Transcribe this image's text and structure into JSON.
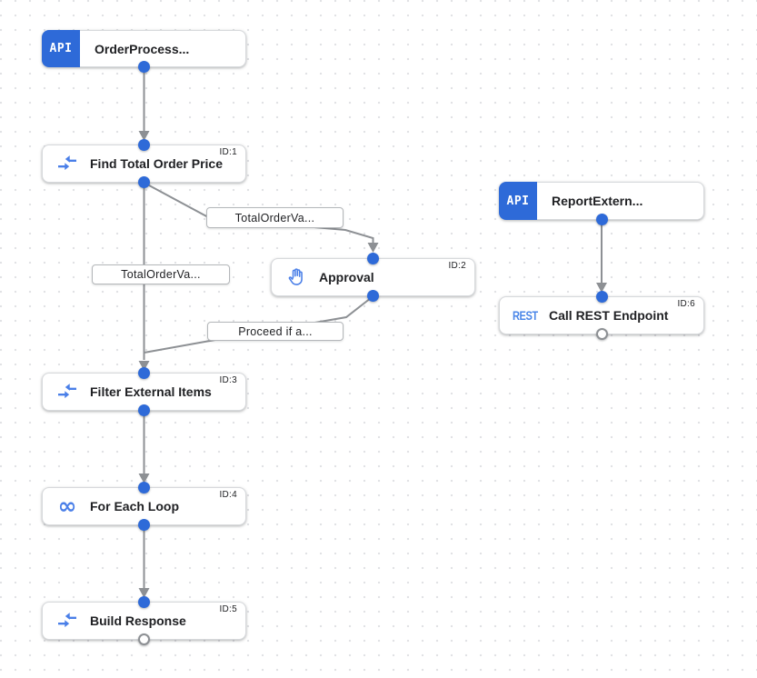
{
  "canvas": {
    "accent_blue": "#2e6ad8",
    "icon_blue": "#4a7fe8",
    "edge_gray": "#8d9094",
    "grid_dot_color": "#e1e2e5",
    "node_background": "#ffffff"
  },
  "nodes": [
    {
      "title": "OrderProcess...",
      "badge": "API",
      "kind": "api-trigger"
    },
    {
      "title": "Find Total Order Price",
      "task_id": "ID:1",
      "icon": "data-mapping-icon"
    },
    {
      "title": "ReportExtern...",
      "badge": "API",
      "kind": "api-trigger"
    },
    {
      "title": "Approval",
      "task_id": "ID:2",
      "icon": "hand-icon"
    },
    {
      "title": "Call REST Endpoint",
      "task_id": "ID:6",
      "icon": "rest-icon",
      "icon_label": "REST"
    },
    {
      "title": "Filter External Items",
      "task_id": "ID:3",
      "icon": "data-mapping-icon"
    },
    {
      "title": "For Each Loop",
      "task_id": "ID:4",
      "icon": "infinity-icon",
      "icon_glyph": "∞"
    },
    {
      "title": "Build Response",
      "task_id": "ID:5",
      "icon": "data-mapping-icon"
    }
  ],
  "edge_labels": [
    {
      "text": "TotalOrderVa..."
    },
    {
      "text": "TotalOrderVa..."
    },
    {
      "text": "Proceed if a..."
    }
  ]
}
